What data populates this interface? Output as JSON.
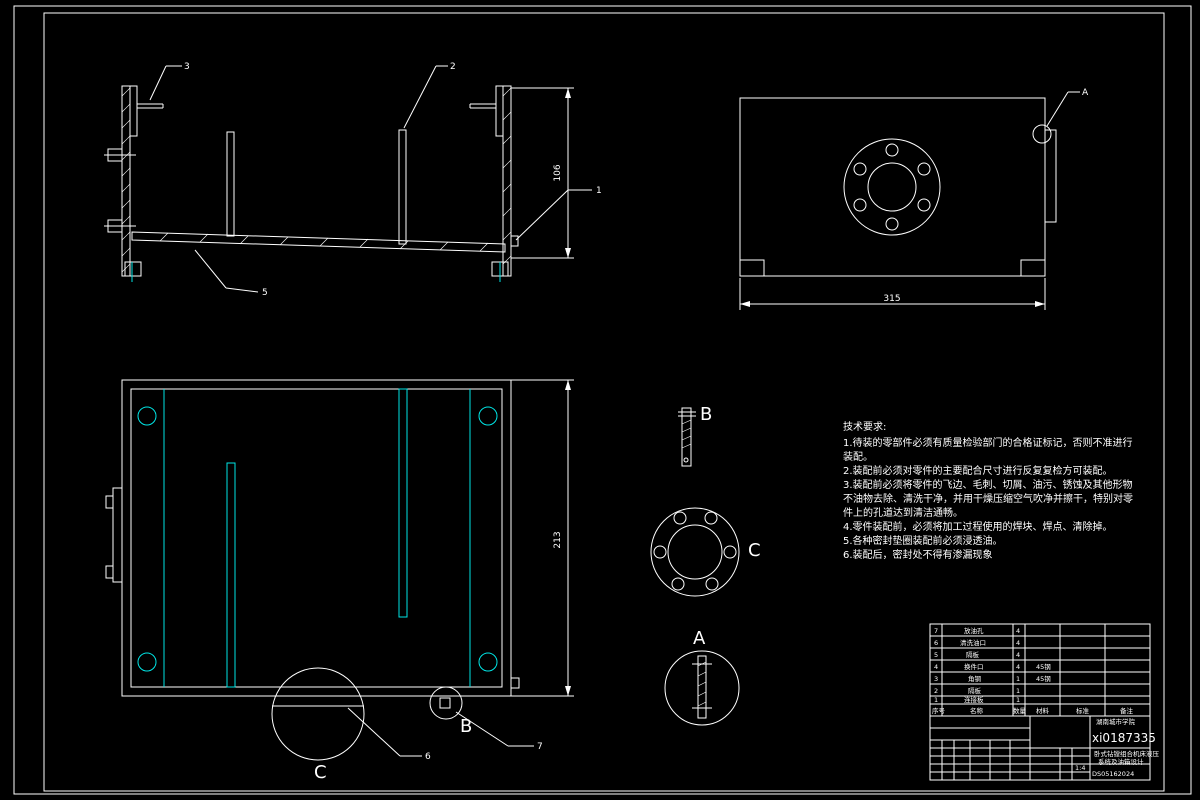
{
  "views": {
    "front": {
      "dimension_height": "106",
      "balloons": [
        "1",
        "2",
        "3",
        "5"
      ]
    },
    "side": {
      "dimension_width": "315",
      "detail_label": "A"
    },
    "top": {
      "dimension_height": "213",
      "balloons": [
        "6",
        "7"
      ],
      "detail_labels": [
        "C",
        "B"
      ]
    },
    "details": {
      "b_label": "B",
      "c_label": "C",
      "a_label": "A"
    }
  },
  "notes": {
    "title": "技术要求:",
    "lines": [
      "1.待装的零部件必须有质量检验部门的合格证标记，否则不准进行",
      "装配。",
      "2.装配前必须对零件的主要配合尺寸进行反复复检方可装配。",
      "3.装配前必须将零件的飞边、毛刺、切屑、油污、锈蚀及其他形物",
      "不油物去除、清洗干净，并用干燥压缩空气吹净并擦干，特别对零",
      "件上的孔道达到清洁通畅。",
      "4.零件装配前，必须将加工过程使用的焊块、焊点、清除掉。",
      "5.各种密封垫圈装配前必须浸透油。",
      "6.装配后，密封处不得有渗漏现象"
    ]
  },
  "bom": {
    "rows": [
      {
        "no": "7",
        "name": "放油孔",
        "qty": "4",
        "mat": ""
      },
      {
        "no": "6",
        "name": "清洗油口",
        "qty": "4",
        "mat": ""
      },
      {
        "no": "5",
        "name": "隔板",
        "qty": "4",
        "mat": ""
      },
      {
        "no": "4",
        "name": "换件口",
        "qty": "4",
        "mat": "45钢"
      },
      {
        "no": "3",
        "name": "角钢",
        "qty": "1",
        "mat": "45钢"
      },
      {
        "no": "2",
        "name": "隔板",
        "qty": "1",
        "mat": ""
      },
      {
        "no": "1",
        "name": "连接板",
        "qty": "1",
        "mat": ""
      }
    ],
    "header": {
      "no": "序号",
      "name": "名称",
      "qty": "数量",
      "mat": "材料",
      "std": "标准",
      "remark": "备注"
    }
  },
  "title_block": {
    "school": "湖南城市学院",
    "watermark": "xi0187335",
    "drawing_title_1": "卧式钻镗组合机床液压",
    "drawing_title_2": "系统及油箱设计",
    "scale": "1:4",
    "drawing_no": "DS05162024"
  }
}
